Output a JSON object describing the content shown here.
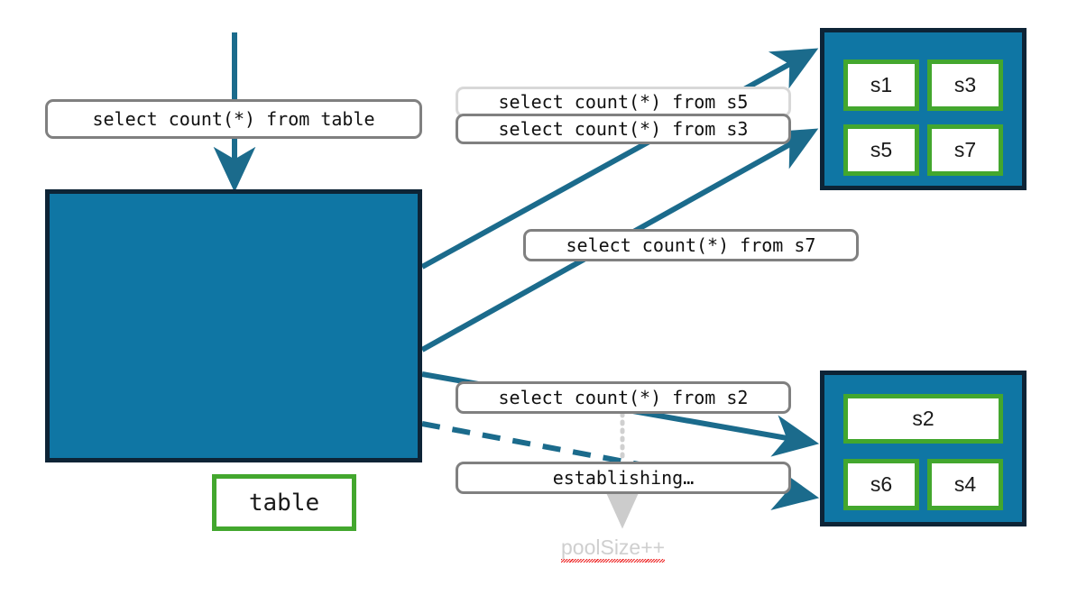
{
  "diagram": {
    "title": "sharded table query fan-out",
    "colors": {
      "node_fill": "#0f76a4",
      "node_border": "#0d2436",
      "chip_border": "#43a72e",
      "chip_fill": "#ffffff",
      "edge": "#1b6b8c",
      "label_border": "#808080",
      "label_border_light": "#d8d8d8",
      "dotted_guide": "#d0d0d0",
      "annotation_text": "#cfcfcf",
      "spellcheck_underline": "#ee2222"
    }
  },
  "table_node": {
    "chip_label": "table"
  },
  "shard_node_top": {
    "chips": [
      {
        "label": "s1"
      },
      {
        "label": "s3"
      },
      {
        "label": "s5"
      },
      {
        "label": "s7"
      }
    ]
  },
  "shard_node_bottom": {
    "chips": [
      {
        "label": "s2"
      },
      {
        "label": "s6"
      },
      {
        "label": "s4"
      }
    ]
  },
  "labels": {
    "from_table": "select count(*) from table",
    "from_s5": "select count(*) from s5",
    "from_s3": "select count(*) from s3",
    "from_s7": "select count(*) from s7",
    "from_s2": "select count(*) from s2",
    "establishing": "establishing…",
    "pool_size": "poolSize++"
  }
}
